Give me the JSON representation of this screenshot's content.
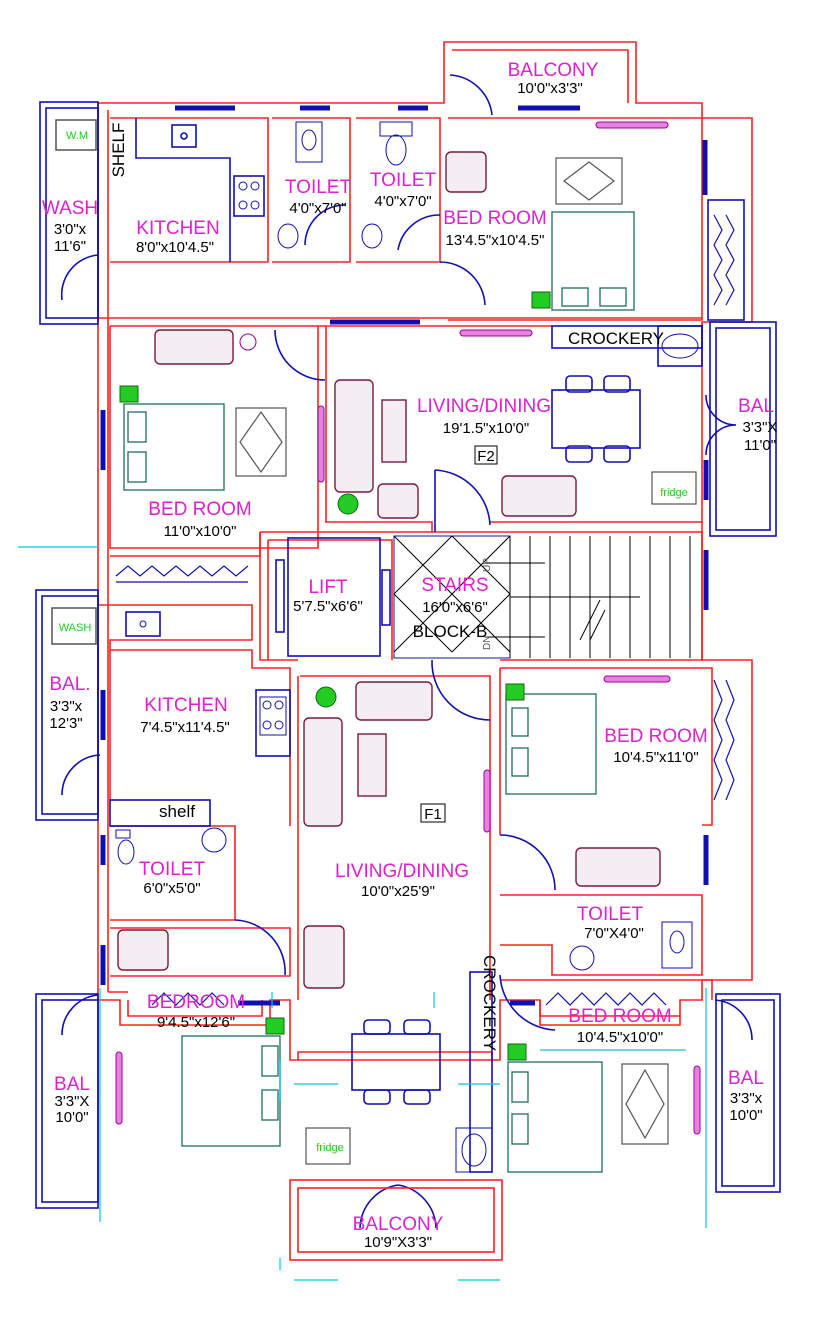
{
  "colors": {
    "wall": "#ff2020",
    "fixture": "#1010b0",
    "label": "#e020d0",
    "furniture": "#7a1a40",
    "bed": "#2a7a6a",
    "appliance": "#22cc22",
    "dimension_line": "#00c8e0"
  },
  "floor_f2": {
    "balcony_top": {
      "name": "BALCONY",
      "size": "10'0\"x3'3\""
    },
    "wash": {
      "name": "WASH",
      "size_line1": "3'0\"x",
      "size_line2": "11'6\"",
      "appliance": "W.M"
    },
    "shelf": "SHELF",
    "kitchen": {
      "name": "KITCHEN",
      "size": "8'0\"x10'4.5\""
    },
    "toilet_1": {
      "name": "TOILET",
      "size": "4'0\"x7'0\""
    },
    "toilet_2": {
      "name": "TOILET",
      "size": "4'0\"x7'0\""
    },
    "bedroom_1": {
      "name": "BED ROOM",
      "size": "13'4.5\"x10'4.5\""
    },
    "crockery": "CROCKERY",
    "living": {
      "name": "LIVING/DINING",
      "size": "19'1.5\"x10'0\""
    },
    "tag": "F2",
    "fridge": "fridge",
    "bal_right": {
      "name": "BAL",
      "size_line1": "3'3\"X",
      "size_line2": "11'0\""
    },
    "bedroom_2": {
      "name": "BED ROOM",
      "size": "11'0\"x10'0\""
    }
  },
  "core": {
    "lift": {
      "name": "LIFT",
      "size": "5'7.5\"x6'6\""
    },
    "stairs": {
      "name": "STAIRS",
      "size": "16'0\"x6'6\""
    },
    "block": "BLOCK-B",
    "up": "UP",
    "dn": "DN"
  },
  "floor_f1": {
    "wash": "WASH",
    "bal_left": {
      "name": "BAL.",
      "size_line1": "3'3\"x",
      "size_line2": "12'3\""
    },
    "kitchen": {
      "name": "KITCHEN",
      "size": "7'4.5\"x11'4.5\""
    },
    "shelf": "shelf",
    "toilet_left": {
      "name": "TOILET",
      "size": "6'0\"x5'0\""
    },
    "tag": "F1",
    "living": {
      "name": "LIVING/DINING",
      "size": "10'0\"x25'9\""
    },
    "bedroom_right_top": {
      "name": "BED ROOM",
      "size": "10'4.5\"x11'0\""
    },
    "toilet_right": {
      "name": "TOILET",
      "size": "7'0\"X4'0\""
    },
    "crockery": "CROCKERY",
    "bedroom_left": {
      "name": "BEDROOM",
      "size": "9'4.5\"x12'6\""
    },
    "bedroom_right_bottom": {
      "name": "BED ROOM",
      "size": "10'4.5\"x10'0\""
    },
    "bal_left_bottom": {
      "name": "BAL",
      "size_line1": "3'3\"X",
      "size_line2": "10'0\""
    },
    "bal_right_bottom": {
      "name": "BAL",
      "size_line1": "3'3\"x",
      "size_line2": "10'0\""
    },
    "fridge": "fridge",
    "balcony_bottom": {
      "name": "BALCONY",
      "size": "10'9\"X3'3\""
    }
  }
}
